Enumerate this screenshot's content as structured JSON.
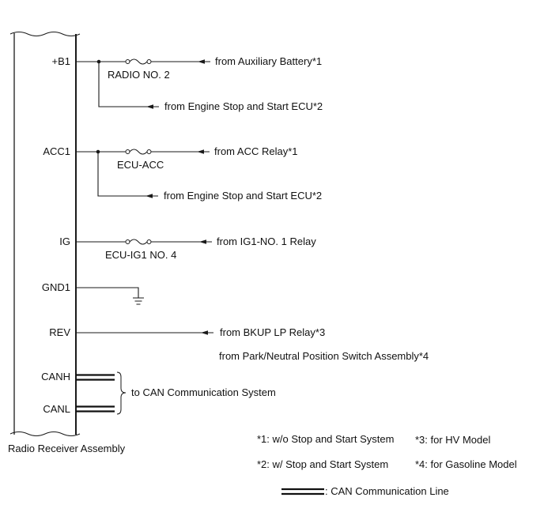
{
  "component": {
    "label": "Radio Receiver Assembly"
  },
  "circuits": {
    "b1": {
      "pin": "+B1",
      "fuse": "RADIO NO. 2",
      "source": "from Auxiliary Battery*1",
      "branch_source": "from Engine Stop and Start ECU*2"
    },
    "acc1": {
      "pin": "ACC1",
      "fuse": "ECU-ACC",
      "source": "from ACC Relay*1",
      "branch_source": "from Engine Stop and Start ECU*2"
    },
    "ig": {
      "pin": "IG",
      "fuse": "ECU-IG1 NO. 4",
      "source": "from IG1-NO. 1 Relay"
    },
    "gnd1": {
      "pin": "GND1"
    },
    "rev": {
      "pin": "REV",
      "source": "from BKUP LP Relay*3",
      "alt_source": "from Park/Neutral Position Switch Assembly*4"
    },
    "can": {
      "canh": "CANH",
      "canl": "CANL",
      "destination": "to CAN Communication System"
    }
  },
  "notes": {
    "n1": "*1: w/o Stop and Start System",
    "n2": "*2: w/ Stop and Start System",
    "n3": "*3: for HV Model",
    "n4": "*4: for Gasoline Model"
  },
  "legend": {
    "can_line": ": CAN Communication Line"
  }
}
